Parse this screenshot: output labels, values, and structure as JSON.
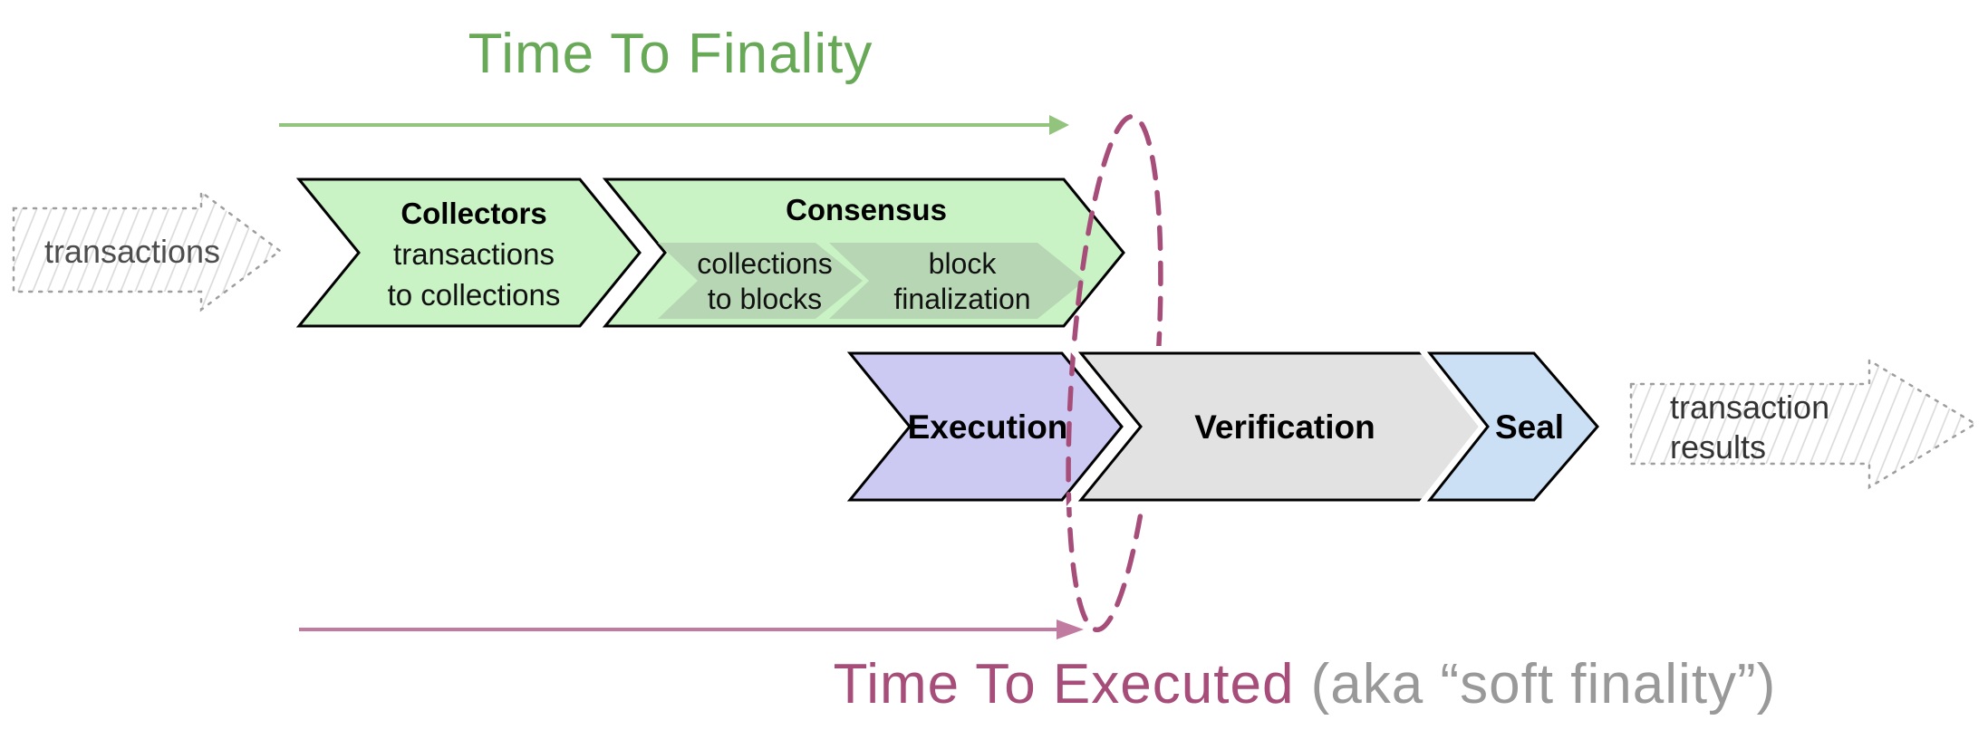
{
  "diagram": {
    "title_top": "Time To Finality",
    "title_bottom_highlight": "Time To Executed",
    "title_bottom_suffix": " (aka “soft finality”)",
    "input_label": "transactions",
    "output_line1": "transaction",
    "output_line2": "results",
    "stages": {
      "collectors": {
        "title": "Collectors",
        "line1": "transactions",
        "line2": "to collections"
      },
      "consensus": {
        "title": "Consensus"
      },
      "consensus_sub1": {
        "line1": "collections",
        "line2": "to blocks"
      },
      "consensus_sub2": {
        "line1": "block",
        "line2": "finalization"
      },
      "execution": {
        "title": "Execution"
      },
      "verification": {
        "title": "Verification"
      },
      "seal": {
        "title": "Seal"
      }
    },
    "colors": {
      "green_title": "#68a957",
      "green_arrow": "#93c47d",
      "green_fill": "#c9f2c5",
      "green_sub_fill": "#b7d6b4",
      "purple_fill": "#cccaf3",
      "gray_fill": "#e2e2e2",
      "blue_fill": "#cce0f5",
      "magenta": "#a64d79",
      "pink_arrow": "#c27ba0",
      "gray_text": "#999999",
      "outline": "#000000",
      "sketch_stroke": "#9e9e9e"
    }
  }
}
